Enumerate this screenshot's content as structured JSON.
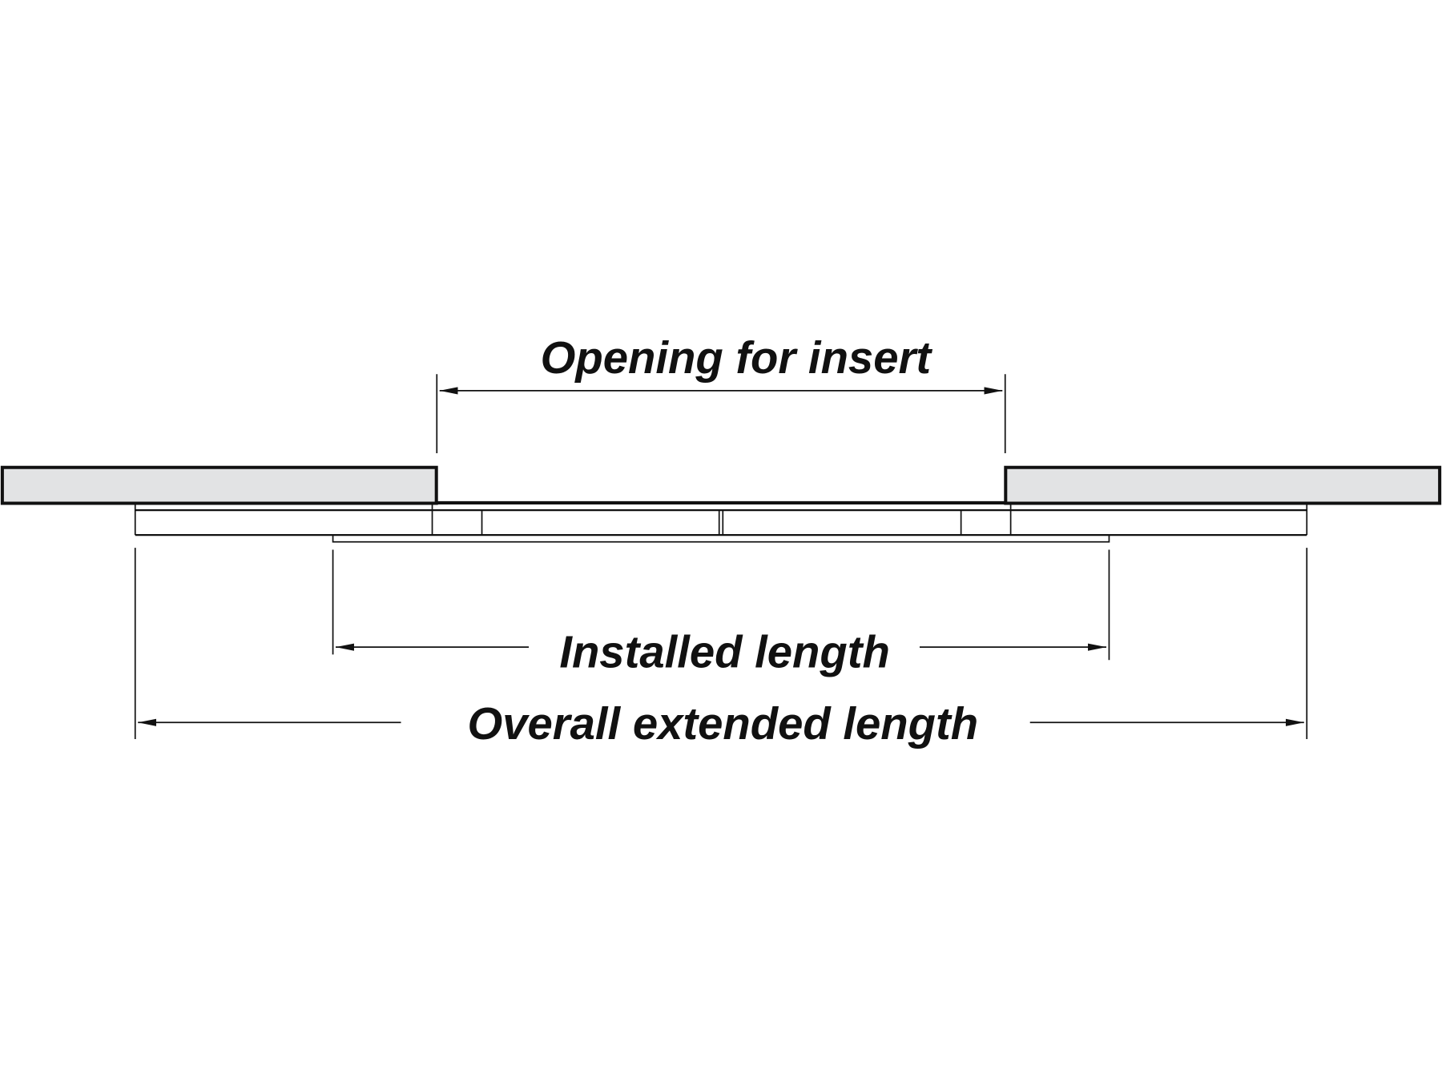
{
  "diagram": {
    "labels": {
      "opening": "Opening for insert",
      "installed": "Installed length",
      "overall": "Overall extended length"
    },
    "colors": {
      "panel_fill": "#e2e3e4",
      "line": "#111111"
    }
  }
}
